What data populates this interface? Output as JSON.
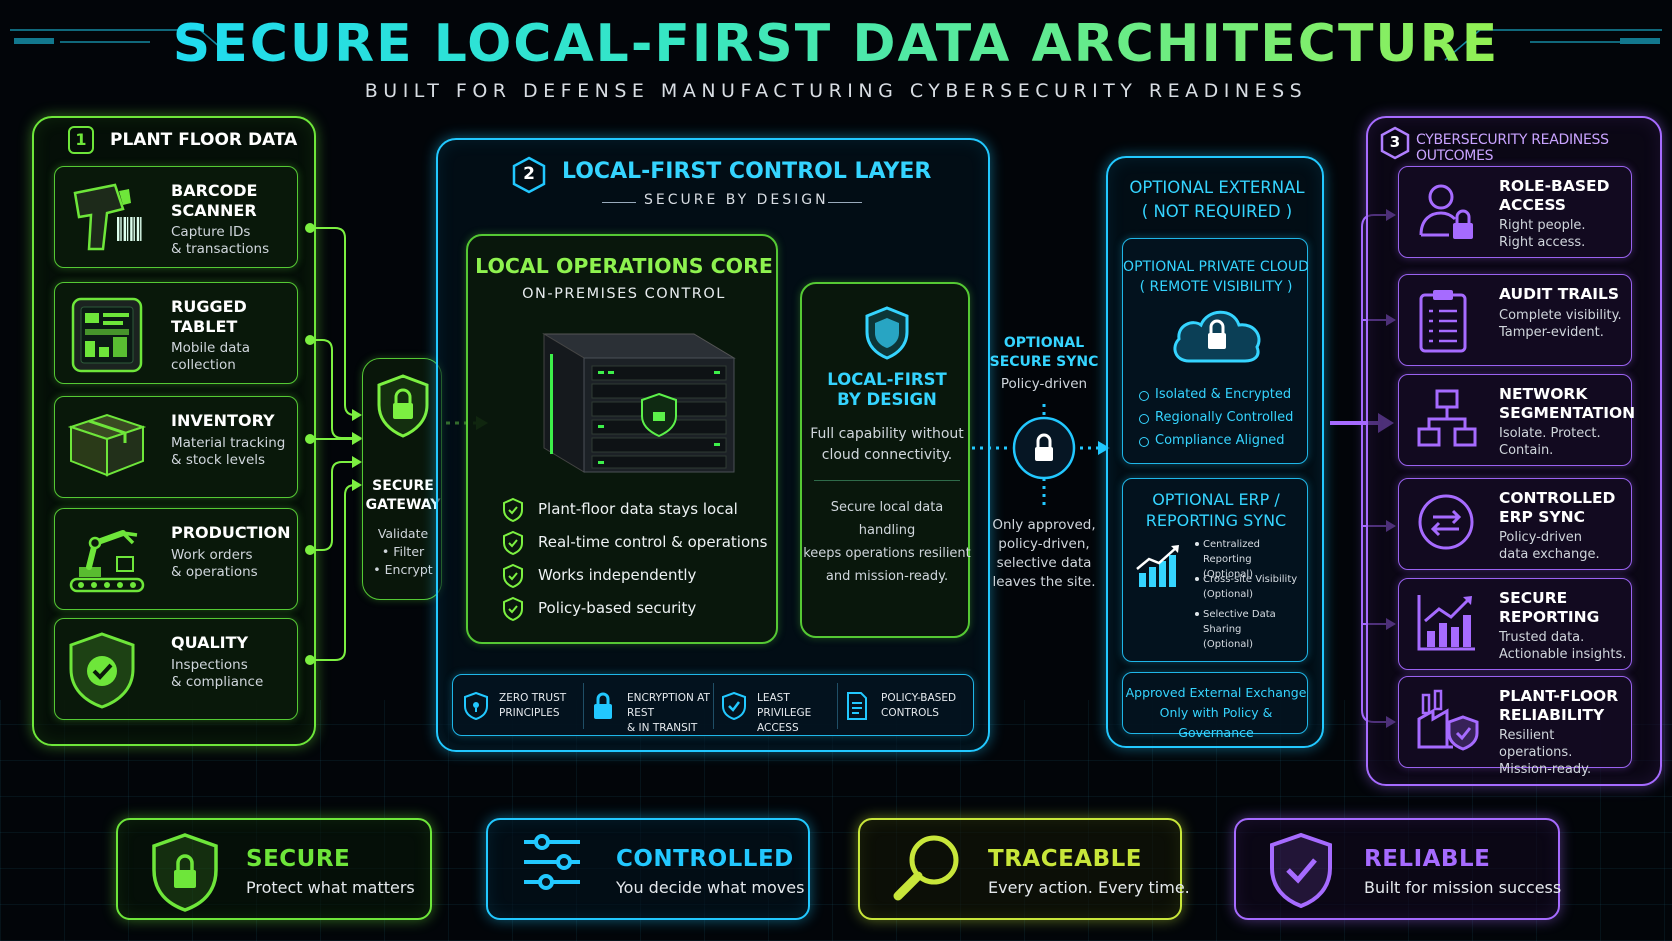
{
  "title": "SECURE LOCAL-FIRST DATA ARCHITECTURE",
  "subtitle": "BUILT FOR DEFENSE MANUFACTURING CYBERSECURITY READINESS",
  "colors": {
    "green": "#6ee63a",
    "cyan": "#22c8ff",
    "purple": "#a66bff",
    "yellow": "#c8e63a"
  },
  "plant": {
    "number": "1",
    "title": "PLANT FLOOR DATA",
    "items": [
      {
        "icon": "barcode-scanner-icon",
        "title": "BARCODE\nSCANNER",
        "desc": "Capture IDs\n& transactions"
      },
      {
        "icon": "rugged-tablet-icon",
        "title": "RUGGED\nTABLET",
        "desc": "Mobile data\ncollection"
      },
      {
        "icon": "inventory-box-icon",
        "title": "INVENTORY",
        "desc": "Material tracking\n& stock levels"
      },
      {
        "icon": "robot-arm-icon",
        "title": "PRODUCTION",
        "desc": "Work orders\n& operations"
      },
      {
        "icon": "quality-shield-icon",
        "title": "QUALITY",
        "desc": "Inspections\n& compliance"
      }
    ]
  },
  "gateway": {
    "title": "SECURE\nGATEWAY",
    "desc": "Validate\n• Filter\n• Encrypt"
  },
  "control": {
    "number": "2",
    "title": "LOCAL-FIRST CONTROL LAYER",
    "subtitle": "SECURE BY DESIGN",
    "core": {
      "title": "LOCAL OPERATIONS CORE",
      "subtitle": "ON-PREMISES CONTROL",
      "bullets": [
        "Plant-floor data stays local",
        "Real-time control & operations",
        "Works independently",
        "Policy-based security"
      ]
    },
    "design": {
      "title": "LOCAL-FIRST\nBY DESIGN",
      "desc": "Full capability without\ncloud connectivity.",
      "desc2": "Secure local data handling\nkeeps operations resilient\nand mission-ready."
    },
    "features": [
      {
        "icon": "zero-trust-icon",
        "label": "ZERO TRUST\nPRINCIPLES"
      },
      {
        "icon": "padlock-icon",
        "label": "ENCRYPTION AT REST\n& IN TRANSIT"
      },
      {
        "icon": "least-privilege-icon",
        "label": "LEAST PRIVILEGE\nACCESS"
      },
      {
        "icon": "policy-document-icon",
        "label": "POLICY-BASED\nCONTROLS"
      }
    ]
  },
  "sync": {
    "title": "OPTIONAL\nSECURE SYNC",
    "policy": "Policy-driven",
    "desc": "Only approved,\npolicy-driven,\nselective data\nleaves the site."
  },
  "external": {
    "title": "OPTIONAL EXTERNAL\n( NOT REQUIRED )",
    "cloud": {
      "title": "OPTIONAL PRIVATE CLOUD\n( REMOTE VISIBILITY )",
      "items": [
        "Isolated & Encrypted",
        "Regionally Controlled",
        "Compliance Aligned"
      ]
    },
    "erp": {
      "title": "OPTIONAL ERP /\nREPORTING SYNC",
      "items": [
        "Centralized Reporting\n(Optional)",
        "Cross-site Visibility\n(Optional)",
        "Selective Data Sharing\n(Optional)"
      ]
    },
    "approved": "Approved External Exchange\nOnly with Policy & Governance"
  },
  "outcomes": {
    "number": "3",
    "title": "CYBERSECURITY READINESS OUTCOMES",
    "items": [
      {
        "icon": "role-access-icon",
        "title": "ROLE-BASED\nACCESS",
        "desc": "Right people.\nRight access."
      },
      {
        "icon": "audit-clipboard-icon",
        "title": "AUDIT TRAILS",
        "desc": "Complete visibility.\nTamper-evident."
      },
      {
        "icon": "network-segmentation-icon",
        "title": "NETWORK\nSEGMENTATION",
        "desc": "Isolate. Protect.\nContain."
      },
      {
        "icon": "erp-sync-icon",
        "title": "CONTROLLED\nERP SYNC",
        "desc": "Policy-driven\ndata exchange."
      },
      {
        "icon": "reporting-chart-icon",
        "title": "SECURE\nREPORTING",
        "desc": "Trusted data.\nActionable insights."
      },
      {
        "icon": "factory-shield-icon",
        "title": "PLANT-FLOOR\nRELIABILITY",
        "desc": "Resilient operations.\nMission-ready."
      }
    ]
  },
  "pillars": [
    {
      "icon": "shield-lock-icon",
      "title": "SECURE",
      "desc": "Protect what matters",
      "color": "#6ee63a"
    },
    {
      "icon": "sliders-icon",
      "title": "CONTROLLED",
      "desc": "You decide what moves",
      "color": "#22c8ff"
    },
    {
      "icon": "magnifier-icon",
      "title": "TRACEABLE",
      "desc": "Every action. Every time.",
      "color": "#c8e63a"
    },
    {
      "icon": "shield-check-icon",
      "title": "RELIABLE",
      "desc": "Built for mission success",
      "color": "#a66bff"
    }
  ]
}
